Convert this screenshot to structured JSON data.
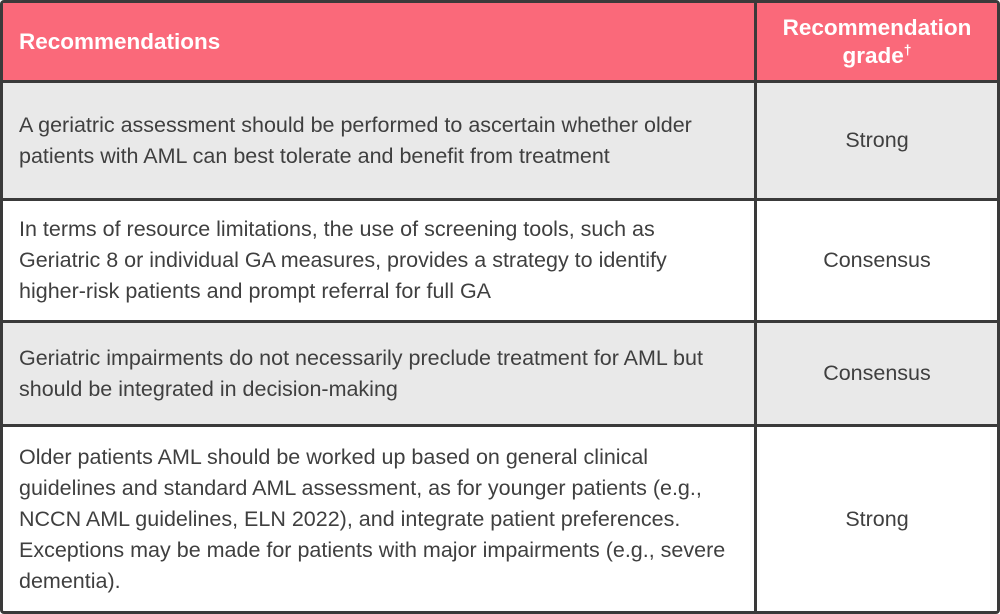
{
  "colors": {
    "header_bg": "#fa697a",
    "header_text": "#ffffff",
    "row_shade": "#e9e9e9",
    "row_white": "#ffffff",
    "border": "#3a3a3a",
    "text": "#3f3f3f"
  },
  "header": {
    "col1": "Recommendations",
    "col2": "Recommendation grade",
    "col2_superscript": "†"
  },
  "rows": [
    {
      "recommendation": "A geriatric assessment should be performed to ascertain whether older patients with AML can best tolerate and benefit from treatment",
      "grade": "Strong"
    },
    {
      "recommendation": "In terms of resource limitations, the use of screening tools, such as Geriatric 8 or individual GA measures, provides a strategy to identify higher-risk patients and prompt referral for full GA",
      "grade": "Consensus"
    },
    {
      "recommendation": "Geriatric impairments do not necessarily preclude treatment for AML but should be integrated in decision-making",
      "grade": "Consensus"
    },
    {
      "recommendation": "Older patients AML should be worked up based on general clinical guidelines and standard AML assessment, as for younger patients (e.g., NCCN AML guidelines, ELN 2022), and integrate patient preferences. Exceptions may be made for patients with major impairments (e.g., severe dementia).",
      "grade": "Strong"
    }
  ]
}
